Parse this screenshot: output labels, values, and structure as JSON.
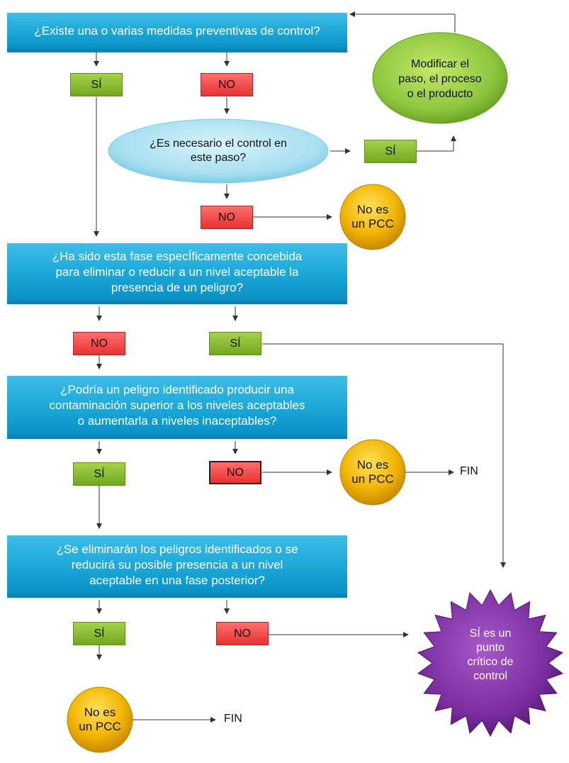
{
  "questions": {
    "q1": "¿Existe una o varias medidas preventivas de control?",
    "q2": [
      "¿Es necesario el control en",
      "este paso?"
    ],
    "q3": [
      "¿Ha sido esta fase especÍficamente concebida",
      "para eliminar o reducir a un nivel aceptable la",
      "presencia de un peligro?"
    ],
    "q4": [
      "¿Podría un peligro identificado producir una",
      "contaminación superior a los niveles aceptables",
      "o aumentarla a niveles inaceptables?"
    ],
    "q5": [
      "¿Se eliminarán los peligros identificados o se",
      "reducirá su posible presencia a un nivel",
      "aceptable en una fase posterior?"
    ]
  },
  "answers": {
    "yes": "SÍ",
    "no": "NO"
  },
  "modify": [
    "Modificar el",
    "paso, el proceso",
    "o el producto"
  ],
  "not_pcc": [
    "No es",
    "un PCC"
  ],
  "critical": [
    "SÍ es un",
    "punto",
    "crítico de",
    "control"
  ],
  "end": "FIN",
  "colors": {
    "blue": "#1aa7d8",
    "green": "#8cc63f",
    "red": "#f04a4a",
    "gold": "#f2b705",
    "purple": "#7a2e9e",
    "oval_blue": "#a8dff0"
  }
}
